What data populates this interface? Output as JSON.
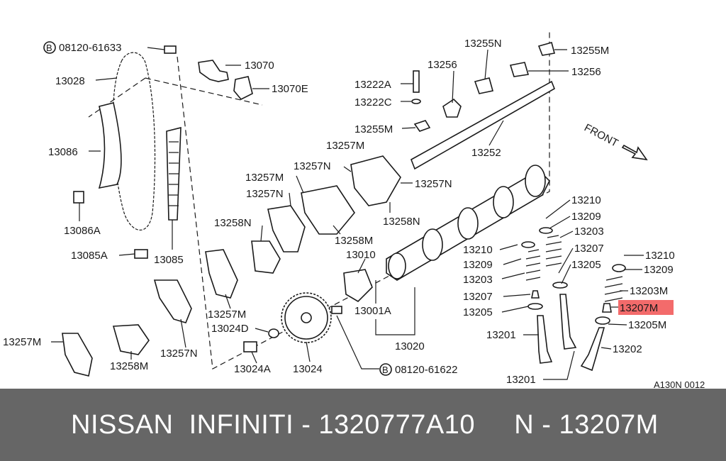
{
  "diagram": {
    "labels": {
      "bolt_top": "08120-61633",
      "bolt_bottom": "08120-61622",
      "bolt_symbol": "B",
      "p13028": "13028",
      "p13070": "13070",
      "p13070e": "13070E",
      "p13086": "13086",
      "p13086a": "13086A",
      "p13085a": "13085A",
      "p13085": "13085",
      "p13222a": "13222A",
      "p13222c": "13222C",
      "p13255m_l": "13255M",
      "p13255n": "13255N",
      "p13255m_r": "13255M",
      "p13256_l": "13256",
      "p13256_r": "13256",
      "p13252": "13252",
      "p13257m_a": "13257M",
      "p13257n_a": "13257N",
      "p13257m_b": "13257M",
      "p13257n_b": "13257N",
      "p13257n_c": "13257N",
      "p13257m_c": "13257M",
      "p13257n_d": "13257N",
      "p13257m_d": "13257M",
      "p13258n_a": "13258N",
      "p13258n_b": "13258N",
      "p13258m_a": "13258M",
      "p13258m_b": "13258M",
      "p13010": "13010",
      "p13001a": "13001A",
      "p13020": "13020",
      "p13024d": "13024D",
      "p13024a": "13024A",
      "p13024": "13024",
      "p13210_a": "13210",
      "p13209_a": "13209",
      "p13203_a": "13203",
      "p13207_a": "13207",
      "p13205_a": "13205",
      "p13210_b": "13210",
      "p13209_b": "13209",
      "p13203_b": "13203",
      "p13207_b": "13207",
      "p13205_b": "13205",
      "p13210_c": "13210",
      "p13209_c": "13209",
      "p13203m": "13203M",
      "p13207m": "13207M",
      "p13205m": "13205M",
      "p13201_a": "13201",
      "p13201_b": "13201",
      "p13202": "13202",
      "front": "FRONT",
      "ref_code": "A130N 0012"
    },
    "highlight_part": "13207M",
    "highlight_color": "#f36b6b"
  },
  "banner": {
    "text": "NISSAN  INFINITI - 1320777A10     N - 13207M",
    "background": "#666666",
    "text_color": "#ffffff"
  }
}
